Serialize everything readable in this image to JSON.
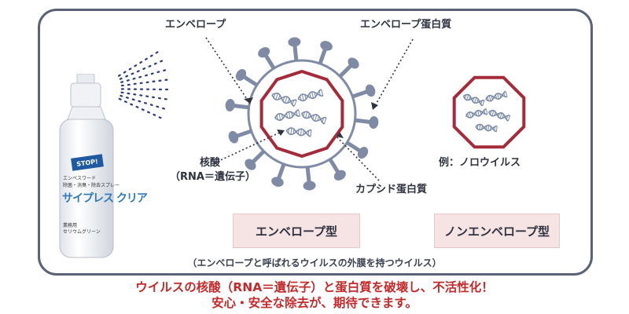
{
  "labels": {
    "envelope": "エンベロープ",
    "envelope_protein": "エンベロープ蛋白質",
    "nucleic_acid": "核酸",
    "nucleic_acid_note": "（RNA＝遺伝子）",
    "capsid_protein": "カプシド蛋白質",
    "example_virus": "例：ノロウイルス"
  },
  "types": {
    "enveloped": "エンベロープ型",
    "non_enveloped": "ノンエンベロープ型",
    "footnote": "（エンベロープと呼ばれるウイルスの外膜を持つウイルス）"
  },
  "product": {
    "badge": "STOP!",
    "line1": "エンペスワード",
    "line2": "除菌・消臭・除去スプレー",
    "brand": "サイプレス クリア",
    "small1": "業務用",
    "small2": "セリウムグリーン"
  },
  "message": {
    "line1": "ウイルスの核酸（RNA＝遺伝子）と蛋白質を破壊し、不活性化！",
    "line2": "安心・安全な除去が、期待できます。"
  },
  "colors": {
    "frame": "#5b6176",
    "capsid": "#a52a3a",
    "spike": "#7f8aa4",
    "rna": "#7b8aa8",
    "type_box": "#f6e4e4",
    "message": "#c42a2a",
    "spray": "#2b3a78"
  }
}
